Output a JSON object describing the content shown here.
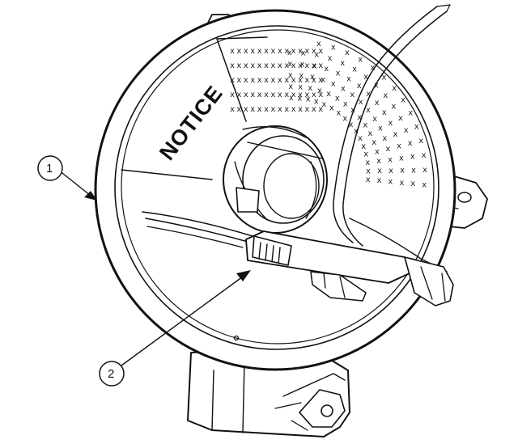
{
  "diagram": {
    "component": "clockspring-coil-assembly",
    "label_text": "NOTICE",
    "pattern_char": "x",
    "callouts": [
      {
        "id": "1",
        "label": "1"
      },
      {
        "id": "2",
        "label": "2"
      }
    ],
    "colors": {
      "ink": "#111111",
      "paper": "#ffffff"
    }
  }
}
